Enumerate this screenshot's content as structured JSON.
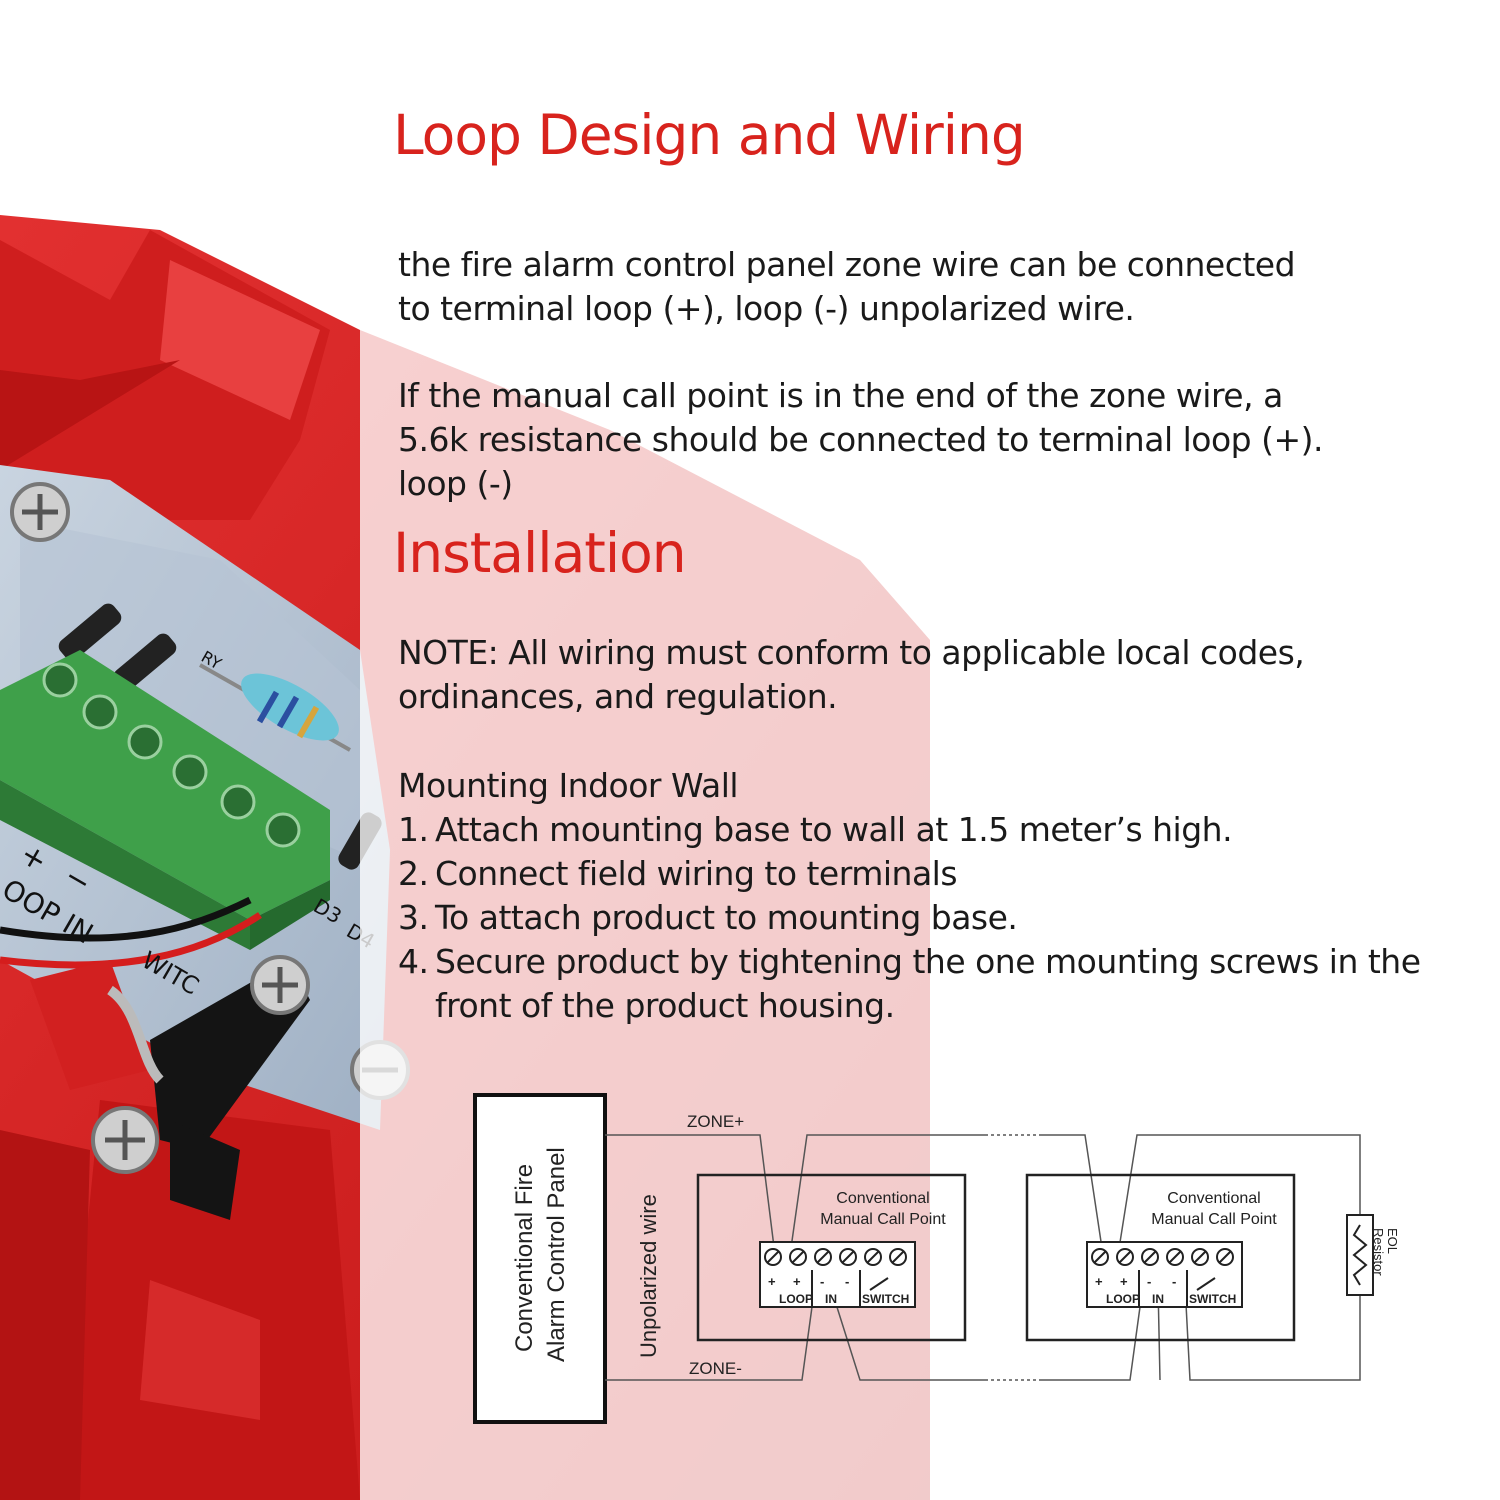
{
  "section1": {
    "title": "Loop Design and Wiring",
    "para1": [
      "the fire alarm control panel zone wire can be connected",
      "to terminal loop (+), loop (-) unpolarized wire."
    ],
    "para2": [
      "If the manual call point is in the end of the zone wire, a",
      "5.6k resistance should be connected to terminal loop (+).",
      "loop (-)"
    ]
  },
  "section2": {
    "title": "Installation",
    "note": [
      "NOTE: All wiring must conform to applicable local codes,",
      "ordinances, and regulation."
    ],
    "mounting_heading": "Mounting Indoor Wall",
    "steps": [
      {
        "num": "1.",
        "text": "Attach mounting base to wall at 1.5 meter’s high."
      },
      {
        "num": "2.",
        "text": "Connect field wiring to terminals"
      },
      {
        "num": "3.",
        "text": "To  attach product to mounting base."
      },
      {
        "num": "4.",
        "text": "Secure product by tightening the one mounting screws in the",
        "cont": "front of the product housing."
      }
    ]
  },
  "photo": {
    "board_labels": [
      "+",
      "−",
      "OOP IN",
      "WITC",
      "D3",
      "D4",
      "RY"
    ]
  },
  "diagram": {
    "panel_label": [
      "Conventional  Fire",
      "Alarm Control  Panel"
    ],
    "wire_label": "Unpolarized  wire",
    "zone_plus": "ZONE+",
    "zone_minus": "ZONE-",
    "device_title": [
      "Conventional",
      "Manual Call Point"
    ],
    "terminal_signs": [
      "+",
      "+",
      "-",
      "-"
    ],
    "terminal_groups": [
      "LOOP",
      "IN",
      "SWITCH"
    ],
    "eol_label": [
      "EOL",
      "Resistor"
    ]
  },
  "colors": {
    "accent_red": "#d8231d",
    "housing_red": "#d11a1a",
    "terminal_green": "#3fa04a",
    "text": "#1a1a1a"
  }
}
